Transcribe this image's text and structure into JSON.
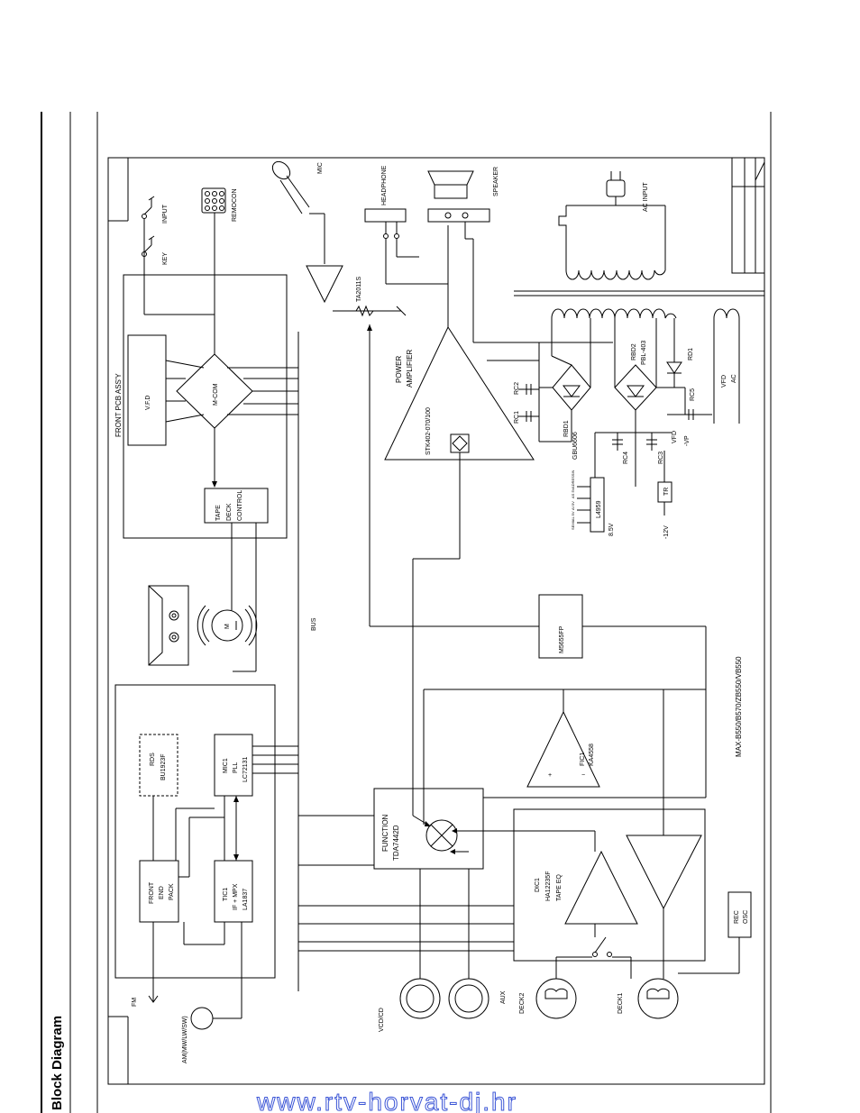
{
  "page": {
    "title": "Block Diagram",
    "watermark": "www.rtv-horvat-dj.hr"
  },
  "blocks": {
    "front_pcb": "FRONT PCB ASS'Y",
    "vfd": "V.F.D",
    "micom": "M-COM",
    "tape_deck": [
      "TAPE",
      "DECK",
      "CONTROL"
    ],
    "rds": [
      "RDS",
      "BU1923F"
    ],
    "mic1": [
      "MIC1",
      "PLL",
      "LC72131"
    ],
    "front_end": [
      "FRONT",
      "END",
      "PACK"
    ],
    "tic1": [
      "TIC1",
      "IF + MPX",
      "LA1837"
    ],
    "function": [
      "FUNCTION",
      "TDA7442D"
    ],
    "fic1": [
      "FIC1",
      "KA4558"
    ],
    "dic1": [
      "DIC1",
      "HA12235F",
      "TAPE EQ"
    ],
    "rec_osc": [
      "REC",
      "OSC"
    ],
    "power_amp": [
      "POWER",
      "AMPLIFIER"
    ],
    "stk": "STK402-070/100",
    "m5655": "M5655FP",
    "la4559": "L4959",
    "tr": "TR",
    "bus": "BUS",
    "motor": "M"
  },
  "labels": {
    "remocon": "REMOCON",
    "input": "INPUT",
    "key": "KEY",
    "mic": "MIC",
    "headphone": "HEADPHONE",
    "speaker": "SPEAKER",
    "ac_input": "AC INPUT",
    "ta2011s": "TA2011S",
    "fm": "FM",
    "am": "AM(MW/LW/SW)",
    "vcd_cd": "VCD/CD",
    "aux": "AUX",
    "deck2": "DECK2",
    "deck1": "DECK1",
    "rc1": "RC1",
    "rc2": "RC2",
    "rc3": "RC3",
    "rc4": "RC4",
    "rc5": "RC5",
    "rbd1": "RBD1",
    "rbd2": "RBD2",
    "rd1": "RD1",
    "gbu": "GBU6606",
    "pbl": "PBL-403",
    "vfd_r": "VFD",
    "vp": "-VP",
    "v12": "-12V",
    "v85": "8.5V",
    "vfd_ac": [
      "VFD",
      "AC"
    ],
    "regs": [
      "SEMIAL 5V",
      "AI 5V",
      "AS 5V",
      "ADRESSIN"
    ],
    "models": "MAX-B550/B570/ZB550/VB550"
  }
}
